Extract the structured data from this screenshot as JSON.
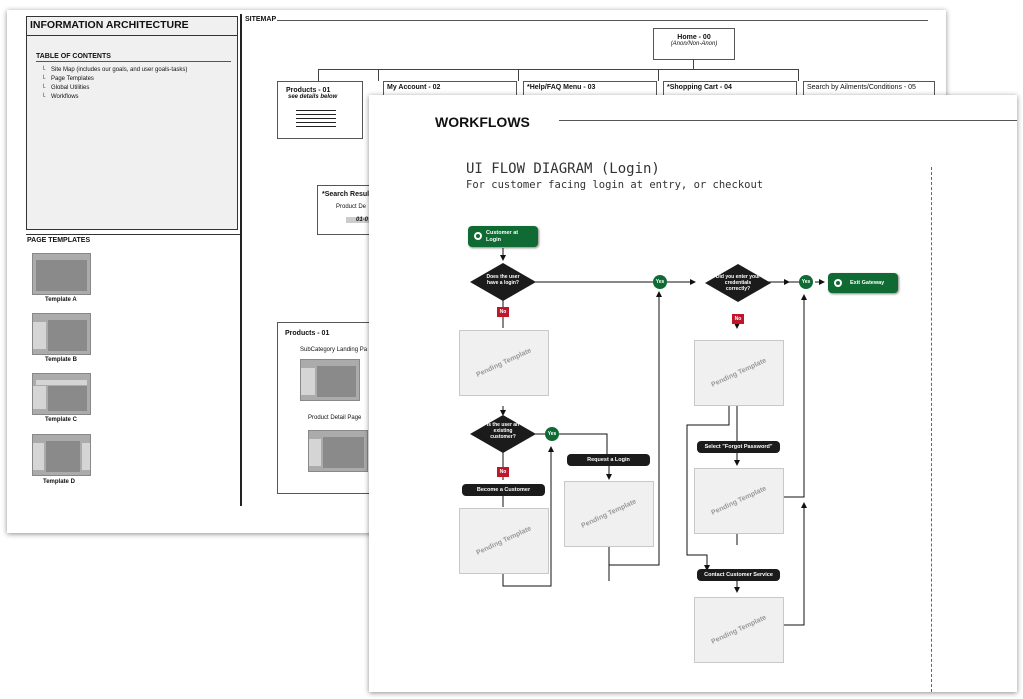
{
  "ia_sheet": {
    "title": "INFORMATION ARCHITECTURE",
    "toc_title": "TABLE OF CONTENTS",
    "toc_items": [
      "Site Map (includes our goals, and user goals-tasks)",
      "Page Templates",
      "Global Utilities",
      "Workflows"
    ],
    "page_templates_title": "PAGE TEMPLATES",
    "templates": [
      "Template A",
      "Template B",
      "Template C",
      "Template D"
    ],
    "sitemap_title": "SITEMAP",
    "home_label": "Home - 00",
    "home_sub": "(Anon/Non-Anon)",
    "sections": [
      "Products - 01",
      "My Account - 02",
      "*Help/FAQ Menu - 03",
      "*Shopping Cart - 04",
      "Search by Ailments/Conditions - 05"
    ],
    "products_note": "see details below",
    "search_results_label": "*Search Result",
    "search_results_sub": "Product De",
    "search_results_code": "01-0",
    "products_detail_title": "Products - 01",
    "products_detail_items": [
      "SubCategory Landing Pa",
      "Product Detail Page"
    ]
  },
  "workflow_sheet": {
    "title": "WORKFLOWS",
    "diagram_title": "UI FLOW DIAGRAM (Login)",
    "diagram_subtitle": "For customer facing login at entry, or checkout",
    "start_label": "Customer at Login",
    "exit_label": "Exit Gateway",
    "decision_1": "Does the user have a login?",
    "decision_2": "Is the user an existing customer?",
    "decision_3": "Did you enter your credentials correctly?",
    "yes": "Yes",
    "no": "No",
    "pending": "Pending Template",
    "request_login": "Request a Login",
    "become_customer": "Become a Customer",
    "forgot_password": "Select \"Forgot Password\"",
    "contact_service": "Contact Customer Service"
  },
  "colors": {
    "green": "#0f6b33",
    "red": "#c0162b",
    "black": "#1b1b1b"
  }
}
